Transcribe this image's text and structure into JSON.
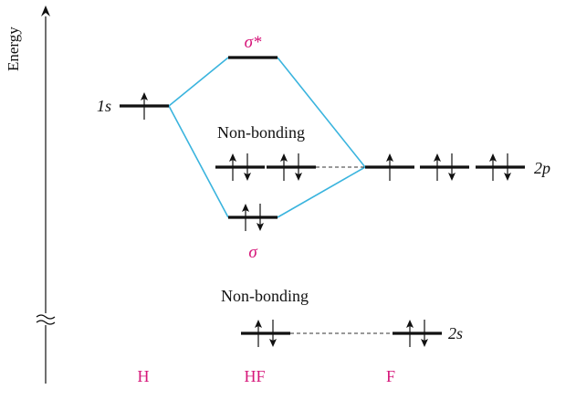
{
  "axis": {
    "label": "Energy"
  },
  "labels": {
    "sigma_star": "σ*",
    "sigma": "σ",
    "nonbonding_upper": "Non-bonding",
    "nonbonding_lower": "Non-bonding",
    "h_1s": "1s",
    "f_2p": "2p",
    "f_2s": "2s"
  },
  "columns": {
    "h": "H",
    "hf": "HF",
    "f": "F"
  },
  "orbitals": {
    "h_1s": {
      "electrons": 1,
      "spins": [
        "up"
      ]
    },
    "hf_sigma_star": {
      "electrons": 0,
      "spins": []
    },
    "hf_nonbonding_1": {
      "electrons": 2,
      "spins": [
        "up",
        "down"
      ]
    },
    "hf_nonbonding_2": {
      "electrons": 2,
      "spins": [
        "up",
        "down"
      ]
    },
    "hf_sigma": {
      "electrons": 2,
      "spins": [
        "up",
        "down"
      ]
    },
    "hf_2s_nonbonding": {
      "electrons": 2,
      "spins": [
        "up",
        "down"
      ]
    },
    "f_2p_1": {
      "electrons": 1,
      "spins": [
        "up"
      ]
    },
    "f_2p_2": {
      "electrons": 2,
      "spins": [
        "up",
        "down"
      ]
    },
    "f_2p_3": {
      "electrons": 2,
      "spins": [
        "up",
        "down"
      ]
    },
    "f_2s": {
      "electrons": 2,
      "spins": [
        "up",
        "down"
      ]
    }
  },
  "colors": {
    "level": "#111111",
    "connector": "#3ab4de",
    "label_accent": "#d6177a",
    "text": "#111111"
  },
  "axis_break": true
}
